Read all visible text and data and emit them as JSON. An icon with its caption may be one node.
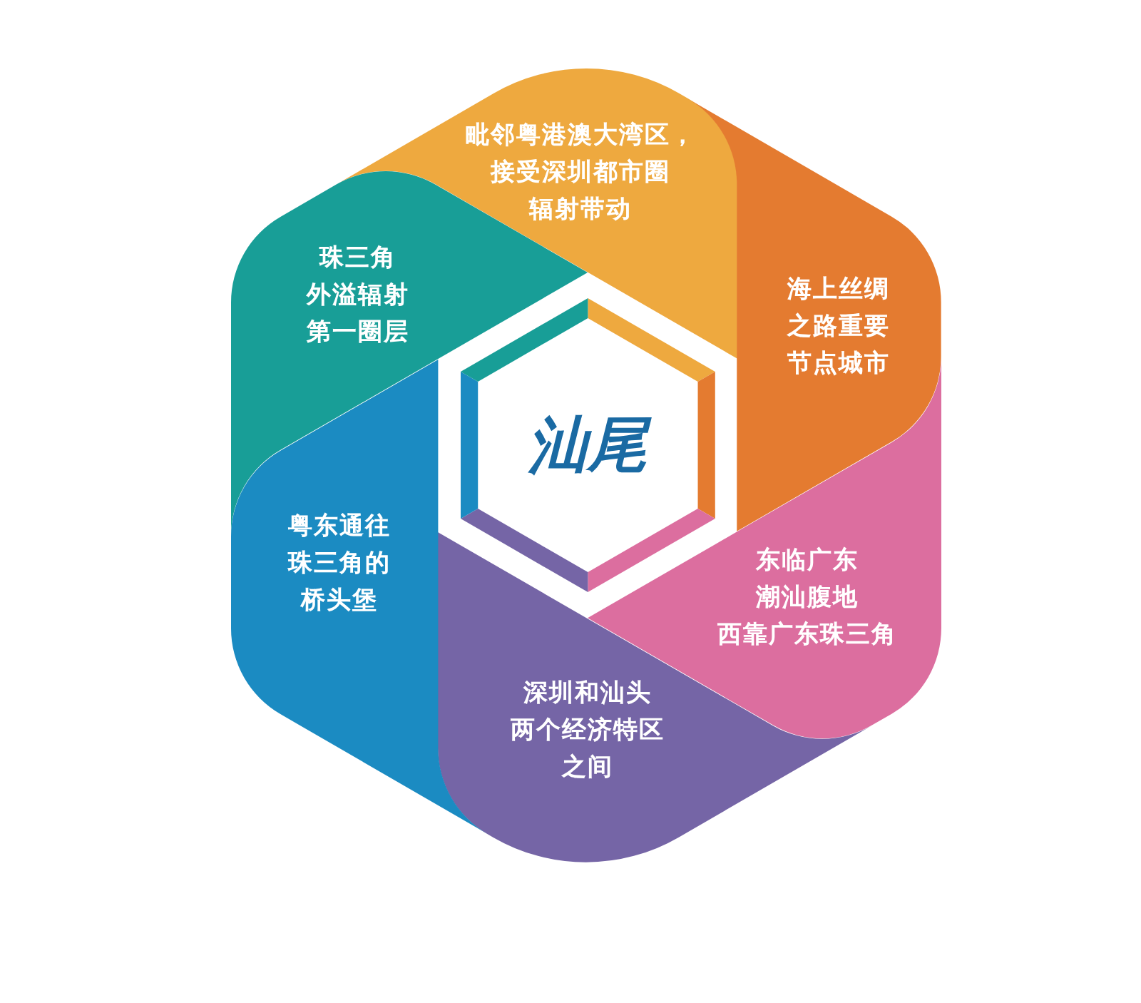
{
  "diagram": {
    "nodes": [
      {
        "text": [
          "汕尾"
        ]
      },
      {
        "text": [
          "毗邻粤港澳大湾区，接受深圳都市圈辐射带动"
        ]
      },
      {
        "text": [
          "海上丝绸之路重要节点城市"
        ]
      },
      {
        "text": [
          "东临广东潮汕腹地西靠广东珠三角"
        ]
      },
      {
        "text": [
          "深圳和汕头两个经济特区之间"
        ]
      },
      {
        "text": [
          "粤东通往珠三角的桥头堡"
        ]
      },
      {
        "text": [
          "珠三角外溢辐射第一圈层"
        ]
      }
    ]
  }
}
